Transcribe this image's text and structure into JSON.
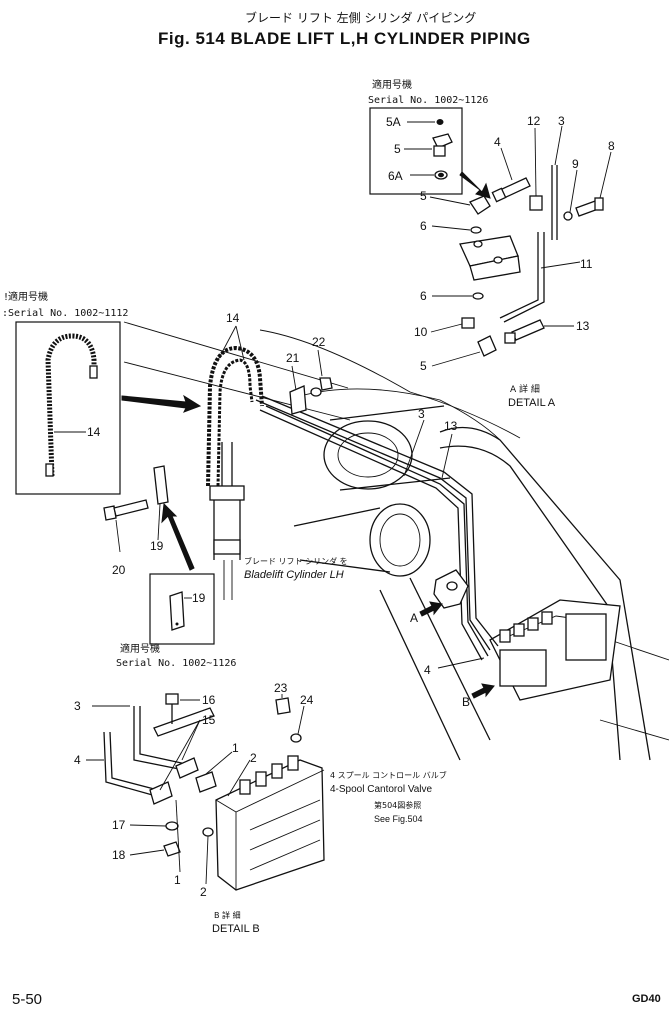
{
  "header": {
    "title_jp": "ブレード リフト 左側 シリンダ パイピング",
    "title": "Fig. 514   BLADE LIFT L,H CYLINDER PIPING"
  },
  "inset_a": {
    "applicable_jp": "適用号機",
    "serial": "Serial No. 1002~1126",
    "labels": [
      "5A",
      "5",
      "6A"
    ]
  },
  "inset_left": {
    "applicable_jp": "!適用号機",
    "serial": ":Serial No. 1002~1112",
    "label": "14"
  },
  "inset_19": {
    "label": "19",
    "applicable_jp": "適用号機",
    "serial": "Serial No. 1002~1126"
  },
  "detail_a": {
    "caption_jp": "A 詳 細",
    "caption": "DETAIL A",
    "callouts": [
      "4",
      "12",
      "3",
      "9",
      "8",
      "5",
      "6",
      "11",
      "6",
      "10",
      "13",
      "5"
    ]
  },
  "main": {
    "callouts": [
      "14",
      "22",
      "21",
      "20",
      "19",
      "3",
      "13",
      "4"
    ],
    "cylinder_jp": "ブレード リフト シリンダ を",
    "cylinder": "Bladelift Cylinder LH",
    "arrow_a": "A",
    "arrow_b": "B"
  },
  "detail_b": {
    "caption_jp": "B 詳 細",
    "caption": "DETAIL B",
    "valve_jp": "4 スプール コントロール バルブ",
    "valve": "4-Spool Cantorol Valve",
    "ref_jp": "第504図参照",
    "ref": "See Fig.504",
    "callouts": [
      "3",
      "16",
      "15",
      "4",
      "1",
      "2",
      "23",
      "24",
      "17",
      "18",
      "1",
      "2"
    ]
  },
  "footer": {
    "page": "5-50",
    "model": "GD40"
  }
}
